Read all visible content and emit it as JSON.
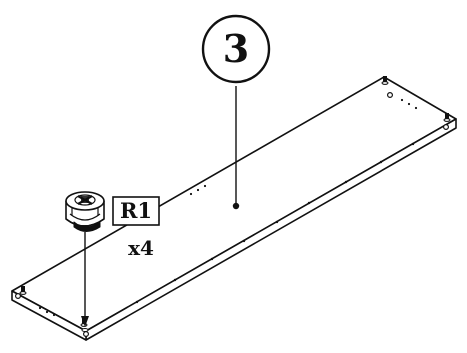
{
  "step": {
    "number": "3"
  },
  "part": {
    "code": "R1",
    "quantity": "x4"
  },
  "colors": {
    "ink": "#111111",
    "paper": "#ffffff"
  }
}
